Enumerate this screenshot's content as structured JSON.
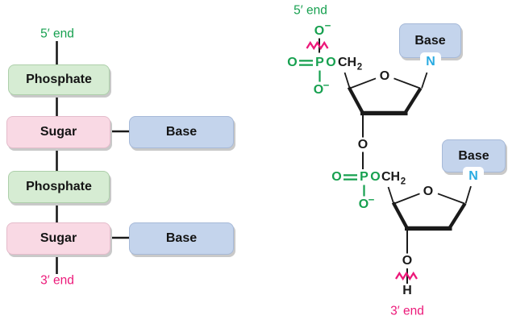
{
  "colors": {
    "green_text": "#16a04f",
    "magenta_text": "#ec1879",
    "cyan_nitrogen": "#29abe2",
    "phosphate_box_fill": "#d6ecd3",
    "sugar_box_fill": "#f9d9e4",
    "base_box_fill": "#c4d4ec",
    "bond_black": "#1a1a1a"
  },
  "schematic": {
    "five_prime_label": "5′ end",
    "three_prime_label": "3′ end",
    "boxes": {
      "phosphate1": "Phosphate",
      "sugar1": "Sugar",
      "base1": "Base",
      "phosphate2": "Phosphate",
      "sugar2": "Sugar",
      "base2": "Base"
    }
  },
  "structure": {
    "five_prime_label": "5′ end",
    "three_prime_label": "3′ end",
    "base1_label": "Base",
    "base2_label": "Base",
    "atoms": {
      "oxygen": "O",
      "phosphorus": "P",
      "nitrogen": "N",
      "hydrogen": "H",
      "ch": "CH",
      "subscript_two": "2",
      "superscript_minus": "–"
    }
  }
}
